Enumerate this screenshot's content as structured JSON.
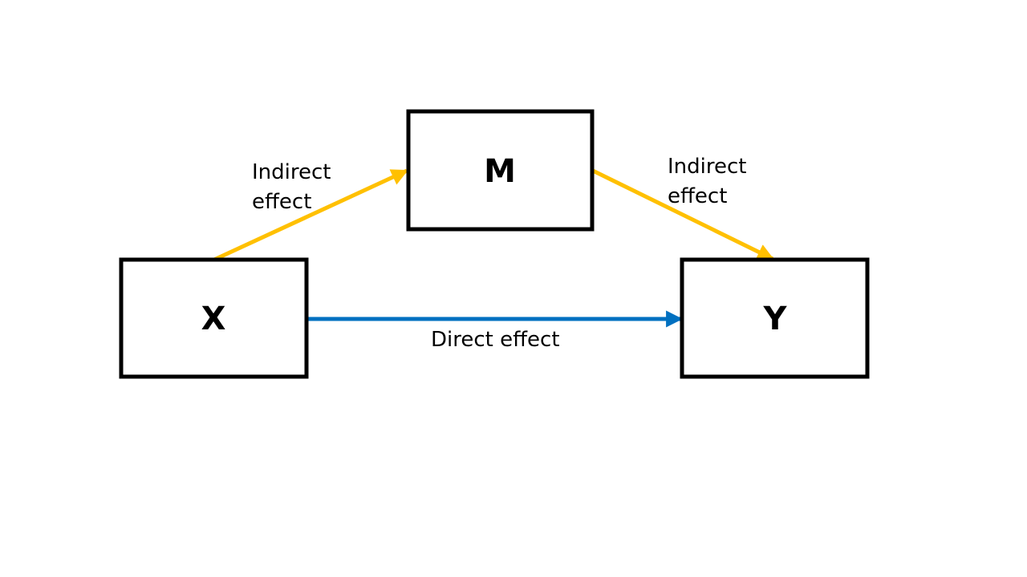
{
  "colors": {
    "indirect": "#FFC000",
    "direct": "#0070C0",
    "box_border": "#000000",
    "background": "#FFFFFF"
  },
  "nodes": {
    "x": {
      "label": "X"
    },
    "m": {
      "label": "M"
    },
    "y": {
      "label": "Y"
    }
  },
  "edges": {
    "x_to_m": {
      "label_line1": "Indirect",
      "label_line2": "effect",
      "color_role": "indirect"
    },
    "m_to_y": {
      "label_line1": "Indirect",
      "label_line2": "effect",
      "color_role": "indirect"
    },
    "x_to_y": {
      "label": "Direct effect",
      "color_role": "direct"
    }
  }
}
